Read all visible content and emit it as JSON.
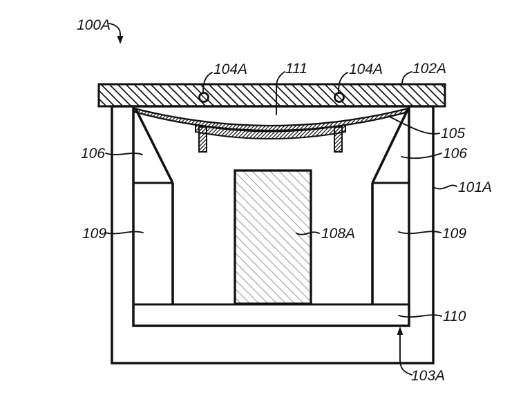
{
  "figure": {
    "title": "patent-style cross-section diagram",
    "colors": {
      "line": "#111111",
      "background": "#ffffff",
      "light_hatch": "#a6a6a6"
    },
    "reference_labels": [
      {
        "id": "100A",
        "text": "100A"
      },
      {
        "id": "104A-left",
        "text": "104A"
      },
      {
        "id": "111",
        "text": "111"
      },
      {
        "id": "104A-right",
        "text": "104A"
      },
      {
        "id": "102A",
        "text": "102A"
      },
      {
        "id": "105",
        "text": "105"
      },
      {
        "id": "106-right",
        "text": "106"
      },
      {
        "id": "101A",
        "text": "101A"
      },
      {
        "id": "106-left",
        "text": "106"
      },
      {
        "id": "109-left",
        "text": "109"
      },
      {
        "id": "108A",
        "text": "108A"
      },
      {
        "id": "109-right",
        "text": "109"
      },
      {
        "id": "110",
        "text": "110"
      },
      {
        "id": "103A",
        "text": "103A"
      }
    ]
  }
}
